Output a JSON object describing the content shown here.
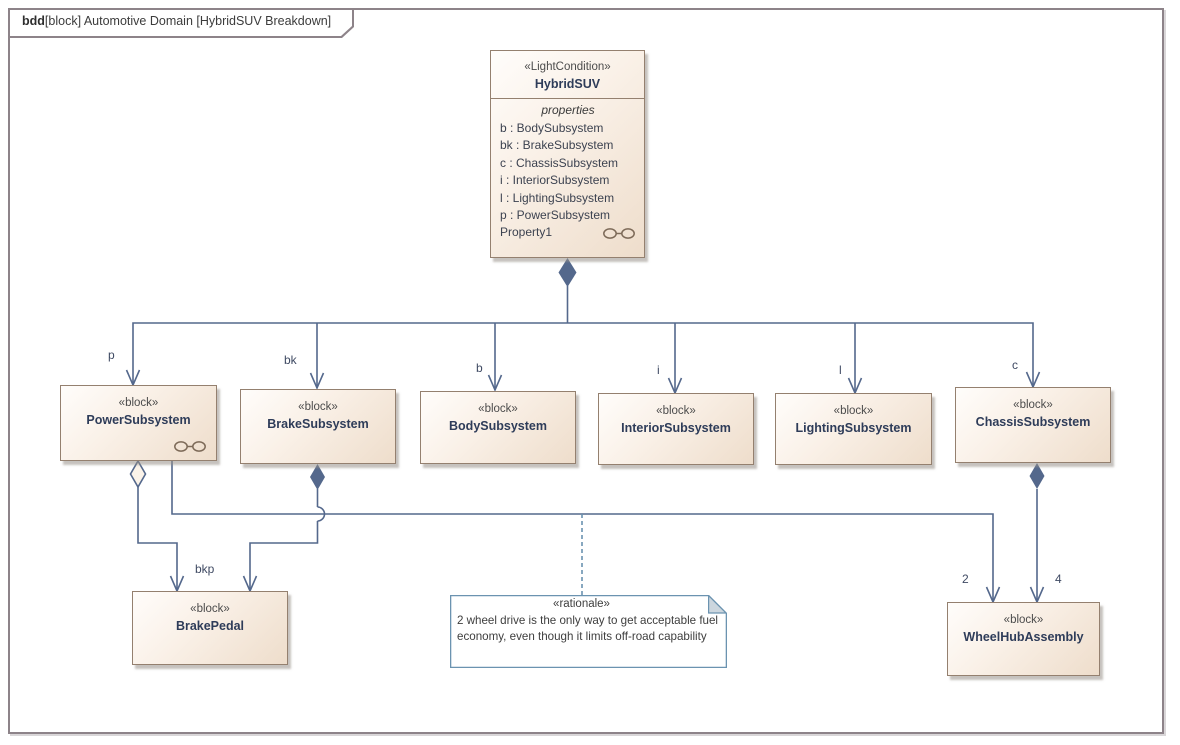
{
  "frame": {
    "tag_keyword": "bdd",
    "tag_rest": "[block] Automotive Domain [HybridSUV Breakdown]"
  },
  "colors": {
    "connector": "#54688c",
    "diamond_filled": "#54688c",
    "diamond_open_fill": "#fbf3e9",
    "block_border": "#94806f",
    "block_fill_light": "#fffdfb",
    "block_fill_dark": "#eeddcb",
    "note_border": "#6b93b0",
    "note_fold_fill": "#ccd6de",
    "frame_border": "#8d8389",
    "label_text": "#3f4a63",
    "name_text": "#2e3c59"
  },
  "blocks": {
    "hybridsuv": {
      "stereotype": "«LightCondition»",
      "name": "HybridSUV",
      "compartment_label": "properties",
      "properties": [
        "b : BodySubsystem",
        "bk : BrakeSubsystem",
        "c : ChassisSubsystem",
        "i : InteriorSubsystem",
        "l : LightingSubsystem",
        "p : PowerSubsystem"
      ],
      "last_property": "Property1"
    },
    "power": {
      "stereotype": "«block»",
      "name": "PowerSubsystem"
    },
    "brake": {
      "stereotype": "«block»",
      "name": "BrakeSubsystem"
    },
    "body": {
      "stereotype": "«block»",
      "name": "BodySubsystem"
    },
    "interior": {
      "stereotype": "«block»",
      "name": "InteriorSubsystem"
    },
    "lighting": {
      "stereotype": "«block»",
      "name": "LightingSubsystem"
    },
    "chassis": {
      "stereotype": "«block»",
      "name": "ChassisSubsystem"
    },
    "brakepedal": {
      "stereotype": "«block»",
      "name": "BrakePedal"
    },
    "wheelhub": {
      "stereotype": "«block»",
      "name": "WheelHubAssembly"
    }
  },
  "connector_labels": {
    "p": "p",
    "bk": "bk",
    "b": "b",
    "i": "i",
    "l": "l",
    "c": "c",
    "bkp": "bkp",
    "mult_power_wheelhub": "2",
    "mult_chassis_wheelhub": "4"
  },
  "note": {
    "stereotype": "«rationale»",
    "text": "2 wheel drive is the only way to get acceptable fuel economy, even though it limits off-road capability"
  }
}
